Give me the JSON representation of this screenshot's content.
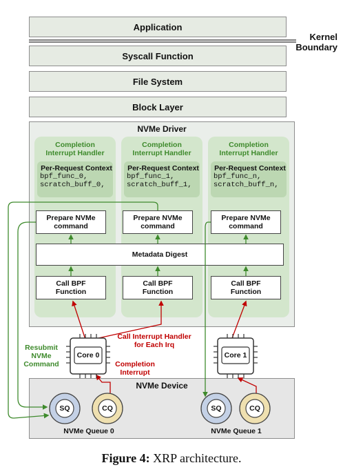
{
  "layers": {
    "application": "Application",
    "syscall": "Syscall Function",
    "filesystem": "File System",
    "block": "Block Layer"
  },
  "boundary": {
    "line1": "Kernel",
    "line2": "Boundary"
  },
  "driver": {
    "title": "NVMe Driver",
    "handler_line1": "Completion",
    "handler_line2": "Interrupt Handler",
    "context_title": "Per-Request Context",
    "columns": [
      {
        "func": "bpf_func_0,",
        "buff": "scratch_buff_0,"
      },
      {
        "func": "bpf_func_1,",
        "buff": "scratch_buff_1,"
      },
      {
        "func": "bpf_func_n,",
        "buff": "scratch_buff_n,"
      }
    ],
    "prepare_line1": "Prepare NVMe",
    "prepare_line2": "command",
    "metadata": "Metadata Digest",
    "call_line1": "Call BPF",
    "call_line2": "Function"
  },
  "cores": {
    "core0": "Core 0",
    "core1": "Core 1"
  },
  "annotations": {
    "resubmit": [
      "Resubmit",
      "NVMe",
      "Command"
    ],
    "call_handler": [
      "Call Interrupt Handler",
      "for Each Irq"
    ],
    "completion": [
      "Completion",
      "Interrupt"
    ]
  },
  "device": {
    "title": "NVMe Device",
    "sq": "SQ",
    "cq": "CQ",
    "queue0": "NVMe Queue 0",
    "queue1": "NVMe Queue 1"
  },
  "caption": {
    "label": "Figure 4:",
    "text": " XRP architecture."
  },
  "colors": {
    "green": "#3e8a2c",
    "red": "#c00000",
    "sq_fill": "#c4d1e6",
    "cq_fill": "#efe0b0"
  }
}
